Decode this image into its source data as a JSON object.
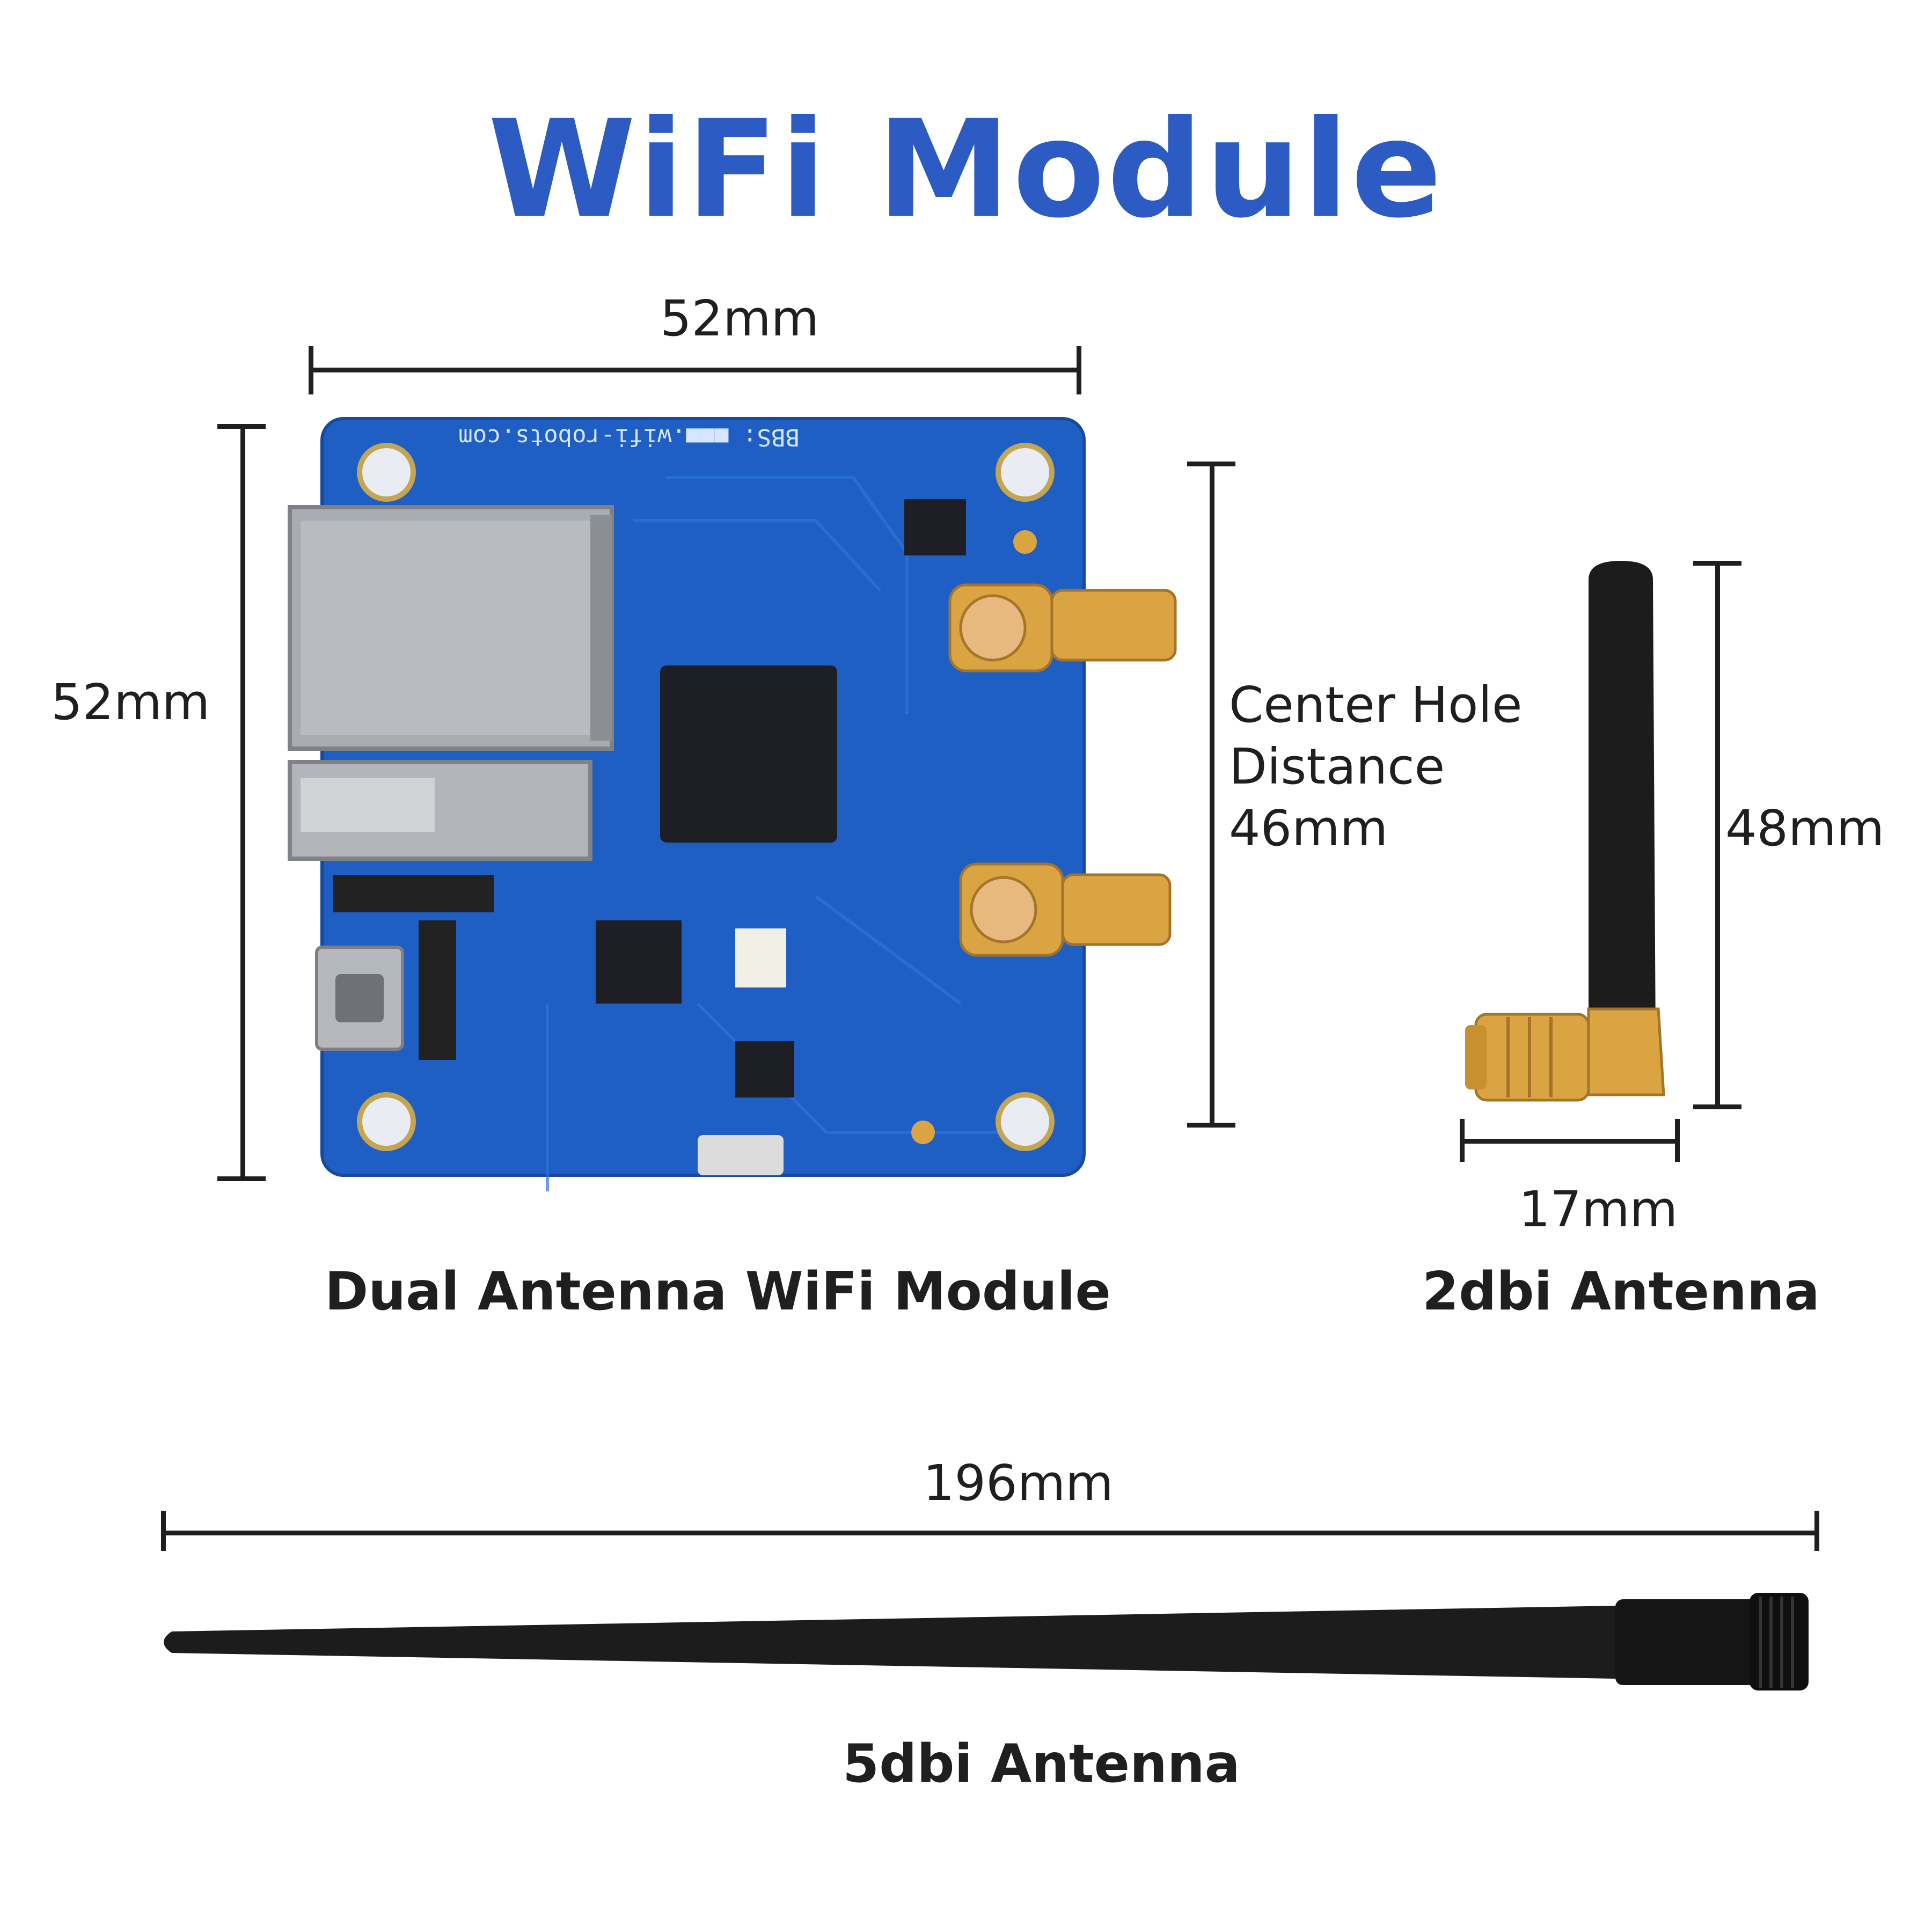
{
  "title": "WiFi Module",
  "module": {
    "width_label": "52mm",
    "height_label": "52mm",
    "hole_distance_label_line1": "Center Hole",
    "hole_distance_label_line2": "Distance",
    "hole_distance_value": "46mm",
    "caption": "Dual Antenna WiFi Module",
    "board_silkscreen_url": "BBS: ■■■.wifi-robots.com"
  },
  "small_antenna": {
    "height_label": "48mm",
    "width_label": "17mm",
    "caption": "2dbi Antenna"
  },
  "long_antenna": {
    "length_label": "196mm",
    "caption": "5dbi Antenna"
  },
  "colors": {
    "title": "#2d5bc4",
    "pcb": "#1f5fc4",
    "gold": "#d9a441",
    "antenna": "#1c1c1c"
  }
}
